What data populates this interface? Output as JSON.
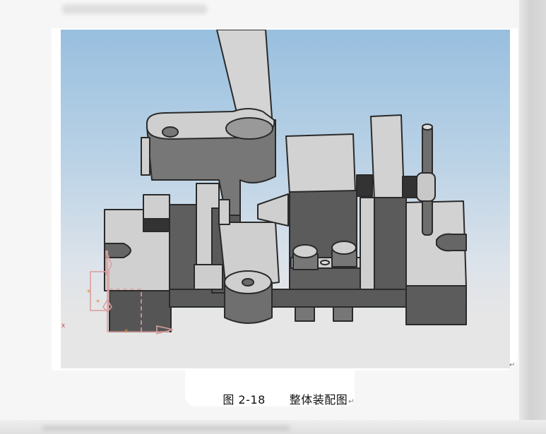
{
  "document": {
    "blurred_header_text": "",
    "figure": {
      "label": "图 2-18",
      "title": "整体装配图",
      "paragraph_mark": "↵",
      "image_alt": "夹具整体装配三维模型"
    },
    "viewport": {
      "background_top": "#98bfdf",
      "background_bottom": "#e6e6e6",
      "axis_label": "x",
      "constraint_marker_color": "#d9a0a0"
    }
  }
}
